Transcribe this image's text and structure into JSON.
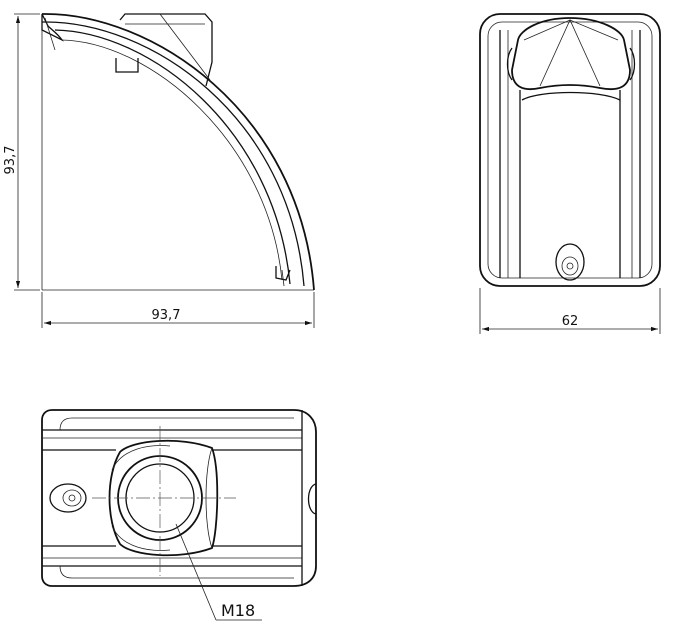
{
  "dimensions": {
    "side_height": "93,7",
    "side_width": "93,7",
    "front_width": "62",
    "thread_callout": "M18"
  }
}
